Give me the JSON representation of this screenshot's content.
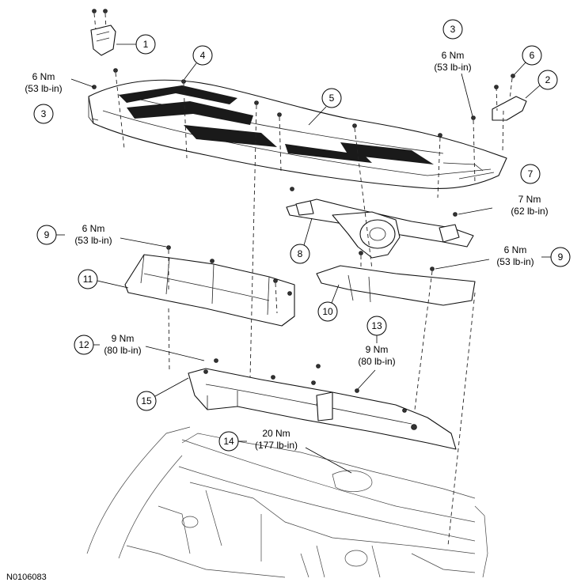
{
  "figure_id": "N0106083",
  "callouts": [
    {
      "id": "c1",
      "number": "1"
    },
    {
      "id": "c2",
      "number": "2"
    },
    {
      "id": "c3a",
      "number": "3"
    },
    {
      "id": "c3b",
      "number": "3"
    },
    {
      "id": "c4",
      "number": "4"
    },
    {
      "id": "c5",
      "number": "5"
    },
    {
      "id": "c6",
      "number": "6"
    },
    {
      "id": "c7",
      "number": "7"
    },
    {
      "id": "c8",
      "number": "8"
    },
    {
      "id": "c9a",
      "number": "9"
    },
    {
      "id": "c9b",
      "number": "9"
    },
    {
      "id": "c10",
      "number": "10"
    },
    {
      "id": "c11",
      "number": "11"
    },
    {
      "id": "c12",
      "number": "12"
    },
    {
      "id": "c13",
      "number": "13"
    },
    {
      "id": "c14",
      "number": "14"
    },
    {
      "id": "c15",
      "number": "15"
    }
  ],
  "torques": {
    "t3a": {
      "nm": "6 Nm",
      "lbin": "(53 lb-in)"
    },
    "t3b": {
      "nm": "6 Nm",
      "lbin": "(53 lb-in)"
    },
    "t7": {
      "nm": "7 Nm",
      "lbin": "(62 lb-in)"
    },
    "t9a": {
      "nm": "6 Nm",
      "lbin": "(53 lb-in)"
    },
    "t9b": {
      "nm": "6 Nm",
      "lbin": "(53 lb-in)"
    },
    "t12": {
      "nm": "9 Nm",
      "lbin": "(80 lb-in)"
    },
    "t13": {
      "nm": "9 Nm",
      "lbin": "(80 lb-in)"
    },
    "t14": {
      "nm": "20 Nm",
      "lbin": "(177 lb-in)"
    }
  }
}
